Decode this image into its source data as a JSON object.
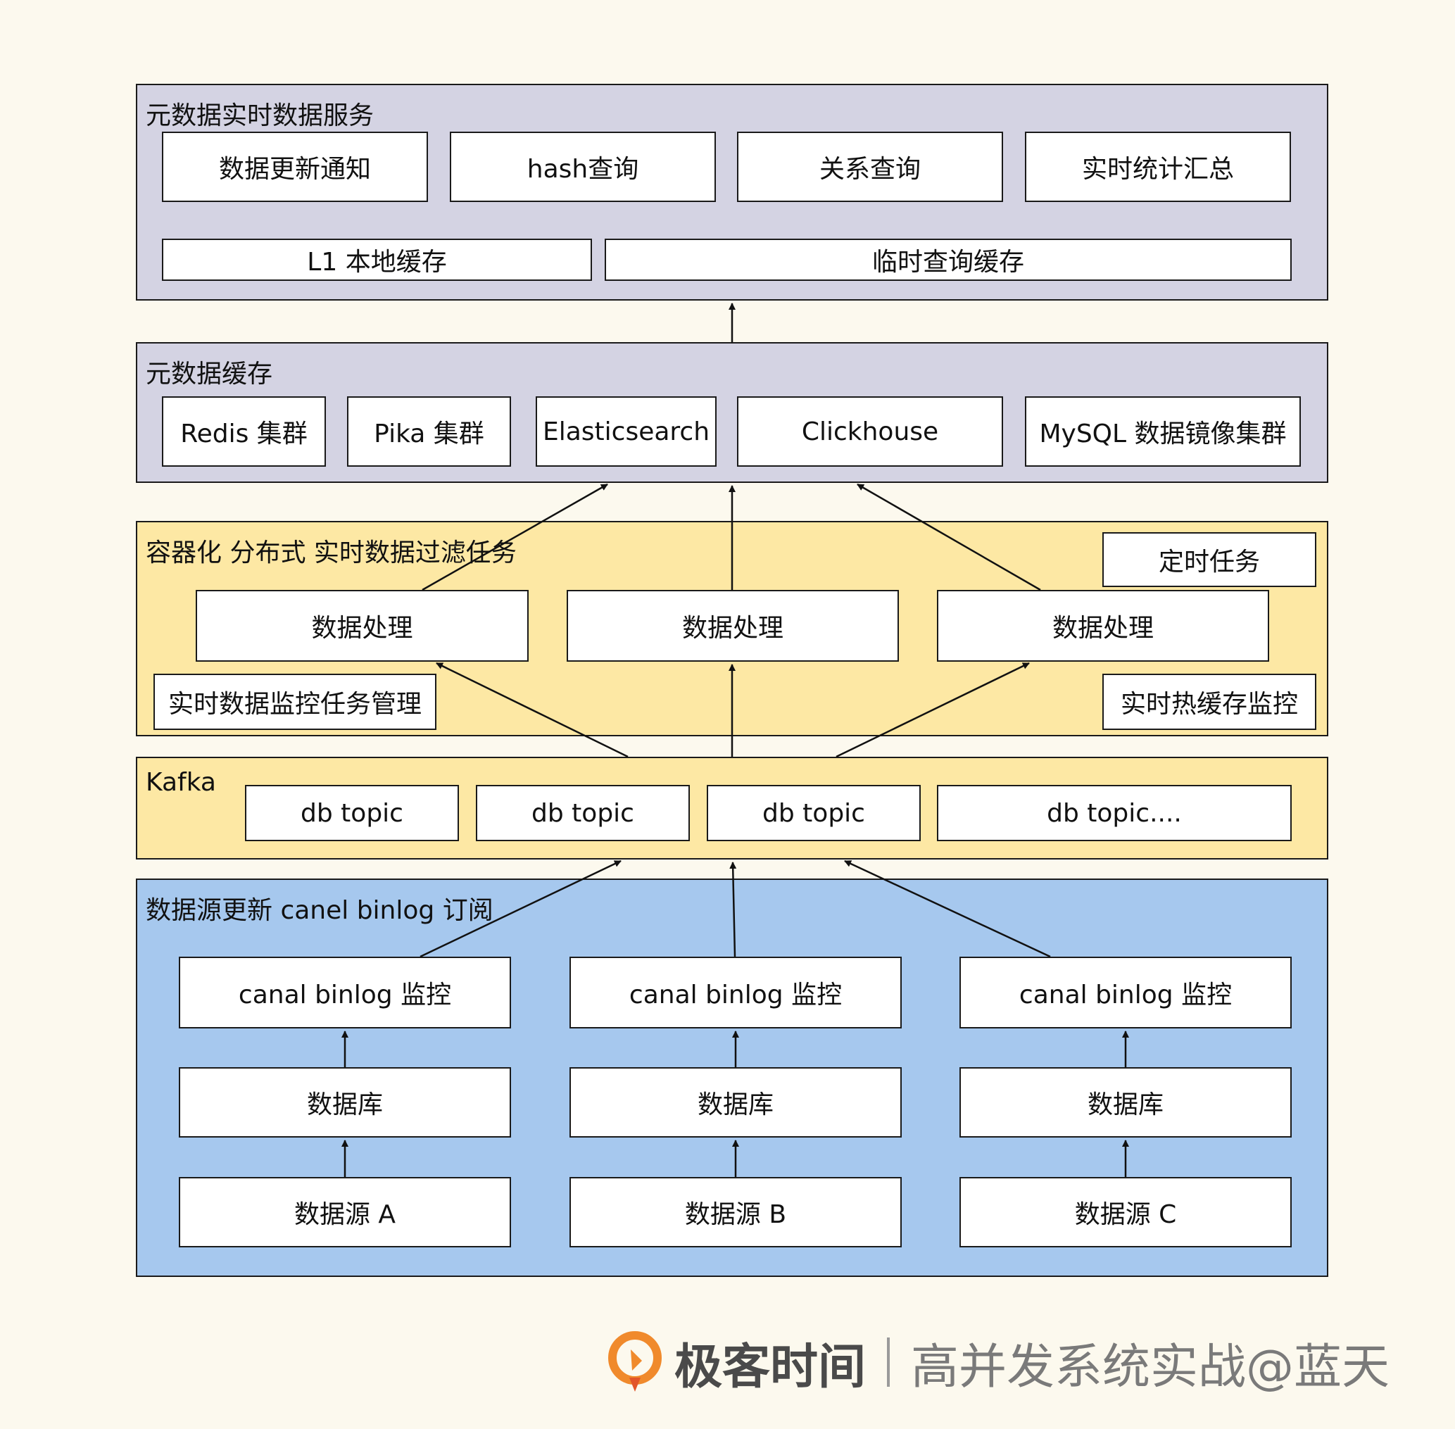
{
  "colors": {
    "purple_layer": "#d4d3e3",
    "yellow_layer": "#fde8a4",
    "blue_layer": "#a6c8ee",
    "logo_orange": "#f08a2c"
  },
  "layers": {
    "service": {
      "title": "元数据实时数据服务",
      "boxes": [
        "数据更新通知",
        "hash查询",
        "关系查询",
        "实时统计汇总",
        "L1 本地缓存",
        "临时查询缓存"
      ]
    },
    "cache": {
      "title": "元数据缓存",
      "boxes": [
        "Redis 集群",
        "Pika 集群",
        "Elasticsearch",
        "Clickhouse",
        "MySQL 数据镜像集群"
      ]
    },
    "filter": {
      "title": "容器化 分布式 实时数据过滤任务",
      "boxes": [
        "定时任务",
        "数据处理",
        "数据处理",
        "数据处理",
        "实时数据监控任务管理",
        "实时热缓存监控"
      ]
    },
    "kafka": {
      "title": "Kafka",
      "boxes": [
        "db topic",
        "db topic",
        "db topic",
        "db topic...."
      ]
    },
    "source": {
      "title": "数据源更新 canel binlog 订阅",
      "boxes": [
        "canal binlog 监控",
        "canal binlog 监控",
        "canal binlog 监控",
        "数据库",
        "数据库",
        "数据库",
        "数据源 A",
        "数据源 B",
        "数据源 C"
      ]
    }
  },
  "footer": {
    "logo_text": "极客时间",
    "slogan": "高并发系统实战@蓝天",
    "logo_icon": "geektime-logo-icon"
  }
}
